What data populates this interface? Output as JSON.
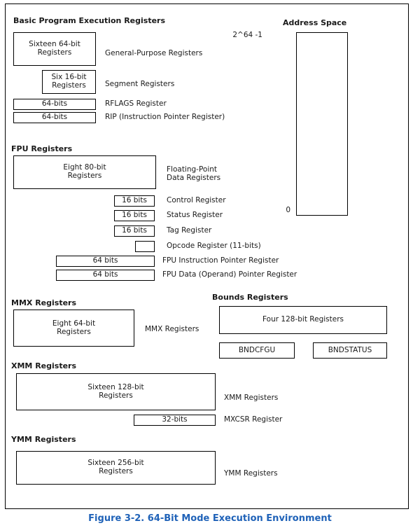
{
  "figure": {
    "caption": "Figure 3-2.  64-Bit Mode Execution Environment"
  },
  "sections": {
    "basic": {
      "heading": "Basic Program Execution Registers"
    },
    "fpu": {
      "heading": "FPU Registers"
    },
    "mmx": {
      "heading": "MMX Registers"
    },
    "bounds": {
      "heading": "Bounds Registers"
    },
    "xmm": {
      "heading": "XMM Registers"
    },
    "ymm": {
      "heading": "YMM Registers"
    },
    "address_space": {
      "heading": "Address Space"
    }
  },
  "basic_registers": {
    "gp_box": "Sixteen 64-bit\nRegisters",
    "gp_label": "General-Purpose Registers",
    "seg_box": "Six 16-bit\nRegisters",
    "seg_label": "Segment Registers",
    "rflags_box": "64-bits",
    "rflags_label": "RFLAGS Register",
    "rip_box": "64-bits",
    "rip_label": "RIP (Instruction Pointer Register)"
  },
  "fpu_registers": {
    "data_box": "Eight 80-bit\nRegisters",
    "data_label": "Floating-Point\nData Registers",
    "control_box": "16 bits",
    "control_label": "Control Register",
    "status_box": "16 bits",
    "status_label": "Status Register",
    "tag_box": "16 bits",
    "tag_label": "Tag Register",
    "opcode_box": "",
    "opcode_label": "Opcode Register (11-bits)",
    "instr_ptr_box": "64 bits",
    "instr_ptr_label": "FPU Instruction Pointer Register",
    "data_ptr_box": "64 bits",
    "data_ptr_label": "FPU Data (Operand) Pointer Register"
  },
  "mmx_registers": {
    "box": "Eight 64-bit\nRegisters",
    "label": "MMX Registers"
  },
  "bounds_registers": {
    "main_box": "Four 128-bit Registers",
    "bndcfgu_box": "BNDCFGU",
    "bndstatus_box": "BNDSTATUS"
  },
  "xmm_registers": {
    "box": "Sixteen 128-bit\nRegisters",
    "label": "XMM Registers",
    "mxcsr_box": "32-bits",
    "mxcsr_label": "MXCSR Register"
  },
  "ymm_registers": {
    "box": "Sixteen 256-bit\nRegisters",
    "label": "YMM Registers"
  },
  "address_space": {
    "top_label": "2^64 -1",
    "bottom_label": "0"
  },
  "colors": {
    "caption": "#1F62B8",
    "line": "#000000",
    "text": "#1A1A1A",
    "background": "#FFFFFF"
  }
}
